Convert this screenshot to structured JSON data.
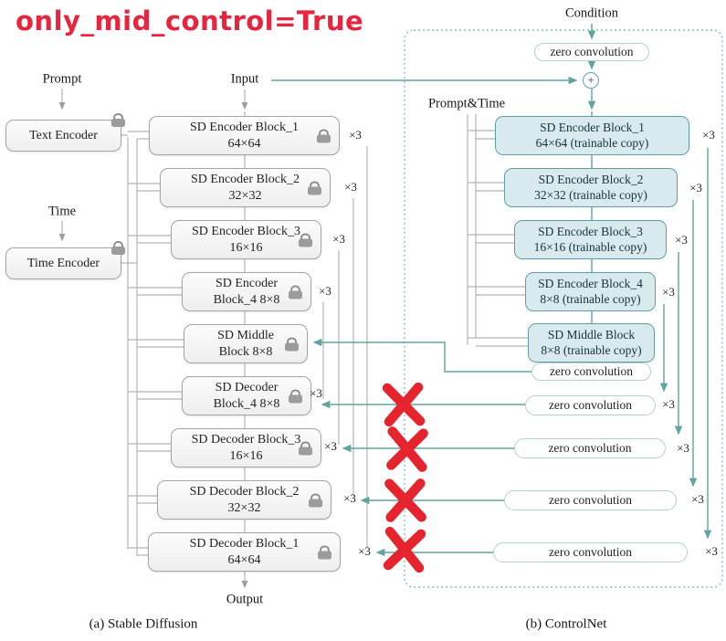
{
  "title": "only_mid_control=True",
  "labels": {
    "prompt": "Prompt",
    "input": "Input",
    "time": "Time",
    "output": "Output",
    "condition": "Condition",
    "prompt_time": "Prompt&Time",
    "times3": "×3",
    "plus": "+"
  },
  "captions": {
    "a": "(a) Stable Diffusion",
    "b": "(b) ControlNet"
  },
  "sd": {
    "text_encoder": "Text Encoder",
    "time_encoder": "Time Encoder",
    "blocks": {
      "enc1": {
        "l1": "SD Encoder Block_1",
        "l2": "64×64"
      },
      "enc2": {
        "l1": "SD Encoder Block_2",
        "l2": "32×32"
      },
      "enc3": {
        "l1": "SD Encoder Block_3",
        "l2": "16×16"
      },
      "enc4": {
        "l1": "SD Encoder",
        "l2": "Block_4 8×8"
      },
      "mid": {
        "l1": "SD Middle",
        "l2": "Block 8×8"
      },
      "dec4": {
        "l1": "SD Decoder",
        "l2": "Block_4 8×8"
      },
      "dec3": {
        "l1": "SD Decoder Block_3",
        "l2": "16×16"
      },
      "dec2": {
        "l1": "SD Decoder Block_2",
        "l2": "32×32"
      },
      "dec1": {
        "l1": "SD Decoder Block_1",
        "l2": "64×64"
      }
    }
  },
  "cn": {
    "zero_conv": "zero convolution",
    "blocks": {
      "enc1": {
        "l1": "SD Encoder Block_1",
        "l2": "64×64 (trainable copy)"
      },
      "enc2": {
        "l1": "SD Encoder Block_2",
        "l2": "32×32 (trainable copy)"
      },
      "enc3": {
        "l1": "SD Encoder Block_3",
        "l2": "16×16 (trainable copy)"
      },
      "enc4": {
        "l1": "SD Encoder Block_4",
        "l2": "8×8 (trainable copy)"
      },
      "mid": {
        "l1": "SD Middle Block",
        "l2": "8×8 (trainable copy)"
      }
    }
  },
  "colors": {
    "title_red": "#e8253f",
    "cross_red": "#e6242e",
    "accent_teal": "#62a39e",
    "trainable_fill": "#d9eaee",
    "trainable_border": "#5d9fa4",
    "locked_fill": "#f0f0f0",
    "locked_border": "#a5a5a5",
    "dashed_border": "#85c0ba"
  }
}
